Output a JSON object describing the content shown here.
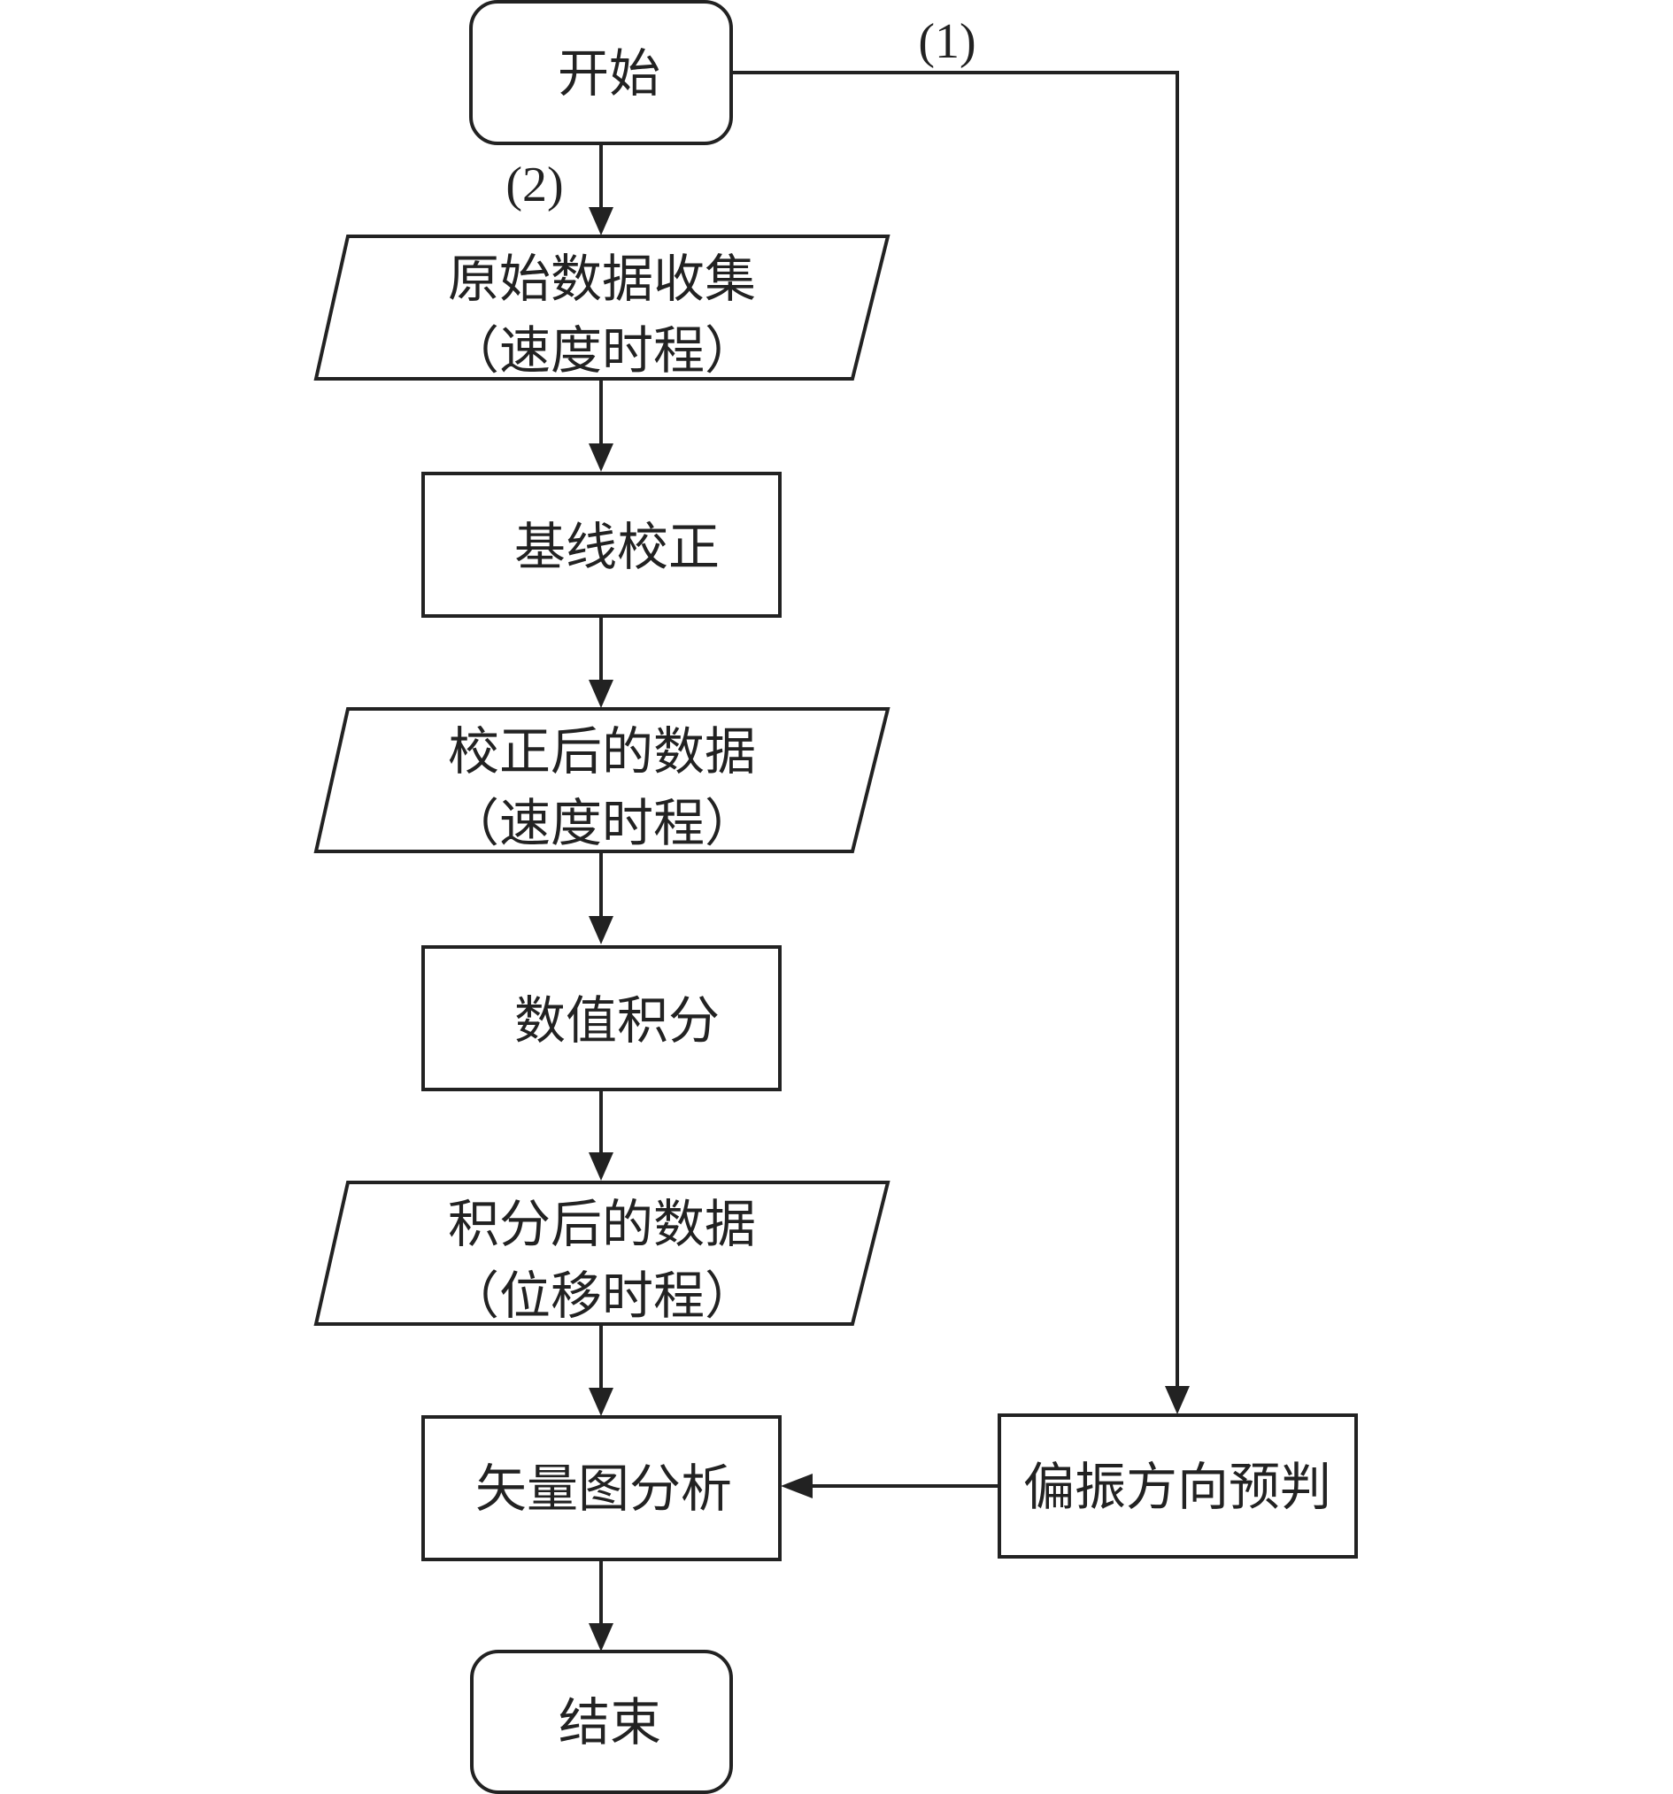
{
  "diagram": {
    "nodes": {
      "start": {
        "label": "开始"
      },
      "raw_data": {
        "line1": "原始数据收集",
        "line2": "（速度时程）"
      },
      "baseline_correction": {
        "label": "基线校正"
      },
      "corrected_data": {
        "line1": "校正后的数据",
        "line2": "（速度时程）"
      },
      "numerical_integration": {
        "label": "数值积分"
      },
      "integrated_data": {
        "line1": "积分后的数据",
        "line2": "（位移时程）"
      },
      "vector_analysis": {
        "label": "矢量图分析"
      },
      "polarization_prediction": {
        "label": "偏振方向预判"
      },
      "end": {
        "label": "结束"
      }
    },
    "edges": {
      "path_1": {
        "label": "(1)"
      },
      "path_2": {
        "label": "(2)"
      }
    },
    "colors": {
      "stroke": "#222222",
      "fill": "#ffffff"
    }
  }
}
